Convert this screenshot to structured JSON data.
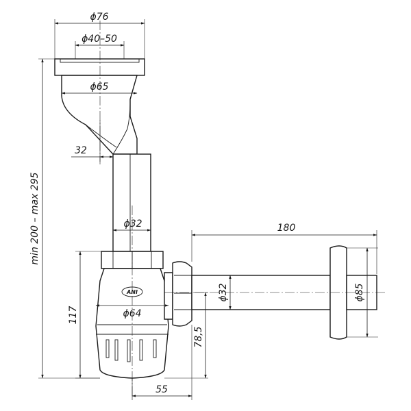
{
  "dimensions": {
    "d76": "ϕ76",
    "d40_50": "ϕ40–50",
    "d65": "ϕ65",
    "d32_top": "32",
    "height_range": "min 200 – max 295",
    "d32_pipe": "ϕ32",
    "len180": "180",
    "d32_horiz": "ϕ32",
    "d85": "ϕ85",
    "h117": "117",
    "d64": "ϕ64",
    "h78_5": "78,5",
    "w55": "55"
  },
  "logo": {
    "text": "ANI"
  }
}
